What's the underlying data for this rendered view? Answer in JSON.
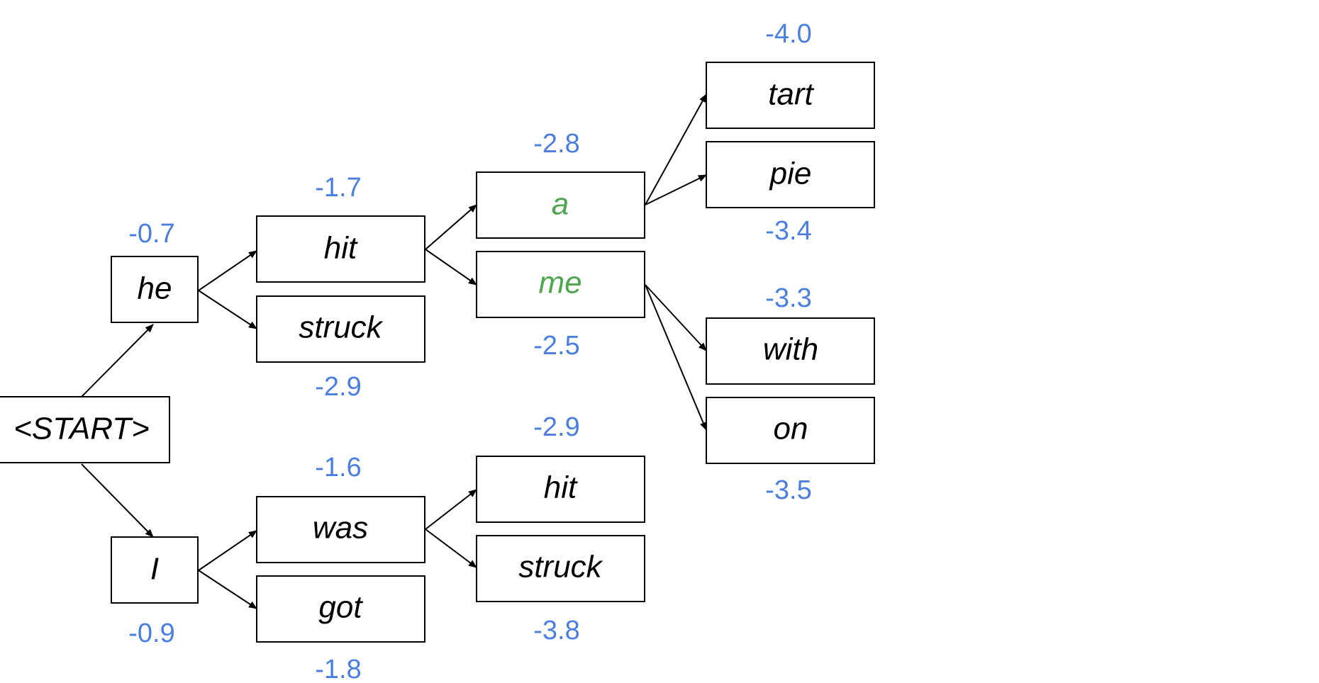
{
  "colors": {
    "score": "#4a7fe0",
    "highlight": "#4fa64f",
    "box_border": "#000000"
  },
  "nodes": {
    "start": {
      "label": "<START>",
      "score": ""
    },
    "he": {
      "label": "he",
      "score": "-0.7"
    },
    "i": {
      "label": "I",
      "score": "-0.9"
    },
    "hit": {
      "label": "hit",
      "score": "-1.7"
    },
    "struck": {
      "label": "struck",
      "score": "-2.9"
    },
    "was": {
      "label": "was",
      "score": "-1.6"
    },
    "got": {
      "label": "got",
      "score": "-1.8"
    },
    "a": {
      "label": "a",
      "score": "-2.8"
    },
    "me": {
      "label": "me",
      "score": "-2.5"
    },
    "was_hit": {
      "label": "hit",
      "score": "-2.9"
    },
    "was_struck": {
      "label": "struck",
      "score": "-3.8"
    },
    "tart": {
      "label": "tart",
      "score": "-4.0"
    },
    "pie": {
      "label": "pie",
      "score": "-3.4"
    },
    "with": {
      "label": "with",
      "score": "-3.3"
    },
    "on": {
      "label": "on",
      "score": "-3.5"
    }
  },
  "highlighted_nodes": [
    "a",
    "me"
  ]
}
